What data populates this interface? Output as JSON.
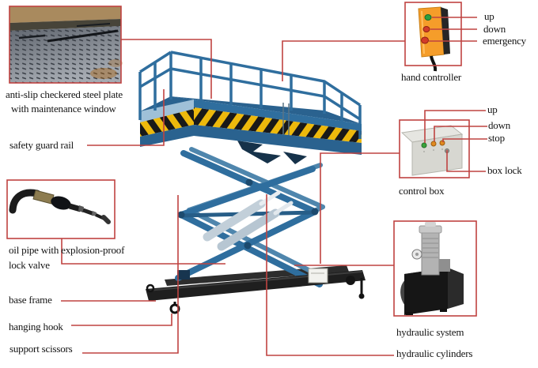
{
  "colors": {
    "callout_red": "#bf4341",
    "lift_blue": "#2f6e9e",
    "deck_blue": "#2a628f",
    "hazard_yellow": "#edb90c",
    "hazard_black": "#191919",
    "controller_orange": "#f59d2a",
    "base_black": "#1f1f1f"
  },
  "labels": {
    "plate_line1": "anti-slip checkered steel plate",
    "plate_line2": "with maintenance window",
    "safety_guard_rail": "safety guard rail",
    "oil_pipe_line1": "oil pipe with explosion-proof",
    "oil_pipe_line2": "lock valve",
    "base_frame": "base frame",
    "hanging_hook": "hanging hook",
    "support_scissors": "support scissors",
    "hand_controller": "hand controller",
    "hc_up": "up",
    "hc_down": "down",
    "hc_emergency": "emergency",
    "control_box": "control box",
    "cb_up": "up",
    "cb_down": "down",
    "cb_stop": "stop",
    "cb_box_lock": "box lock",
    "hydraulic_system": "hydraulic system",
    "hydraulic_cylinders": "hydraulic cylinders"
  }
}
